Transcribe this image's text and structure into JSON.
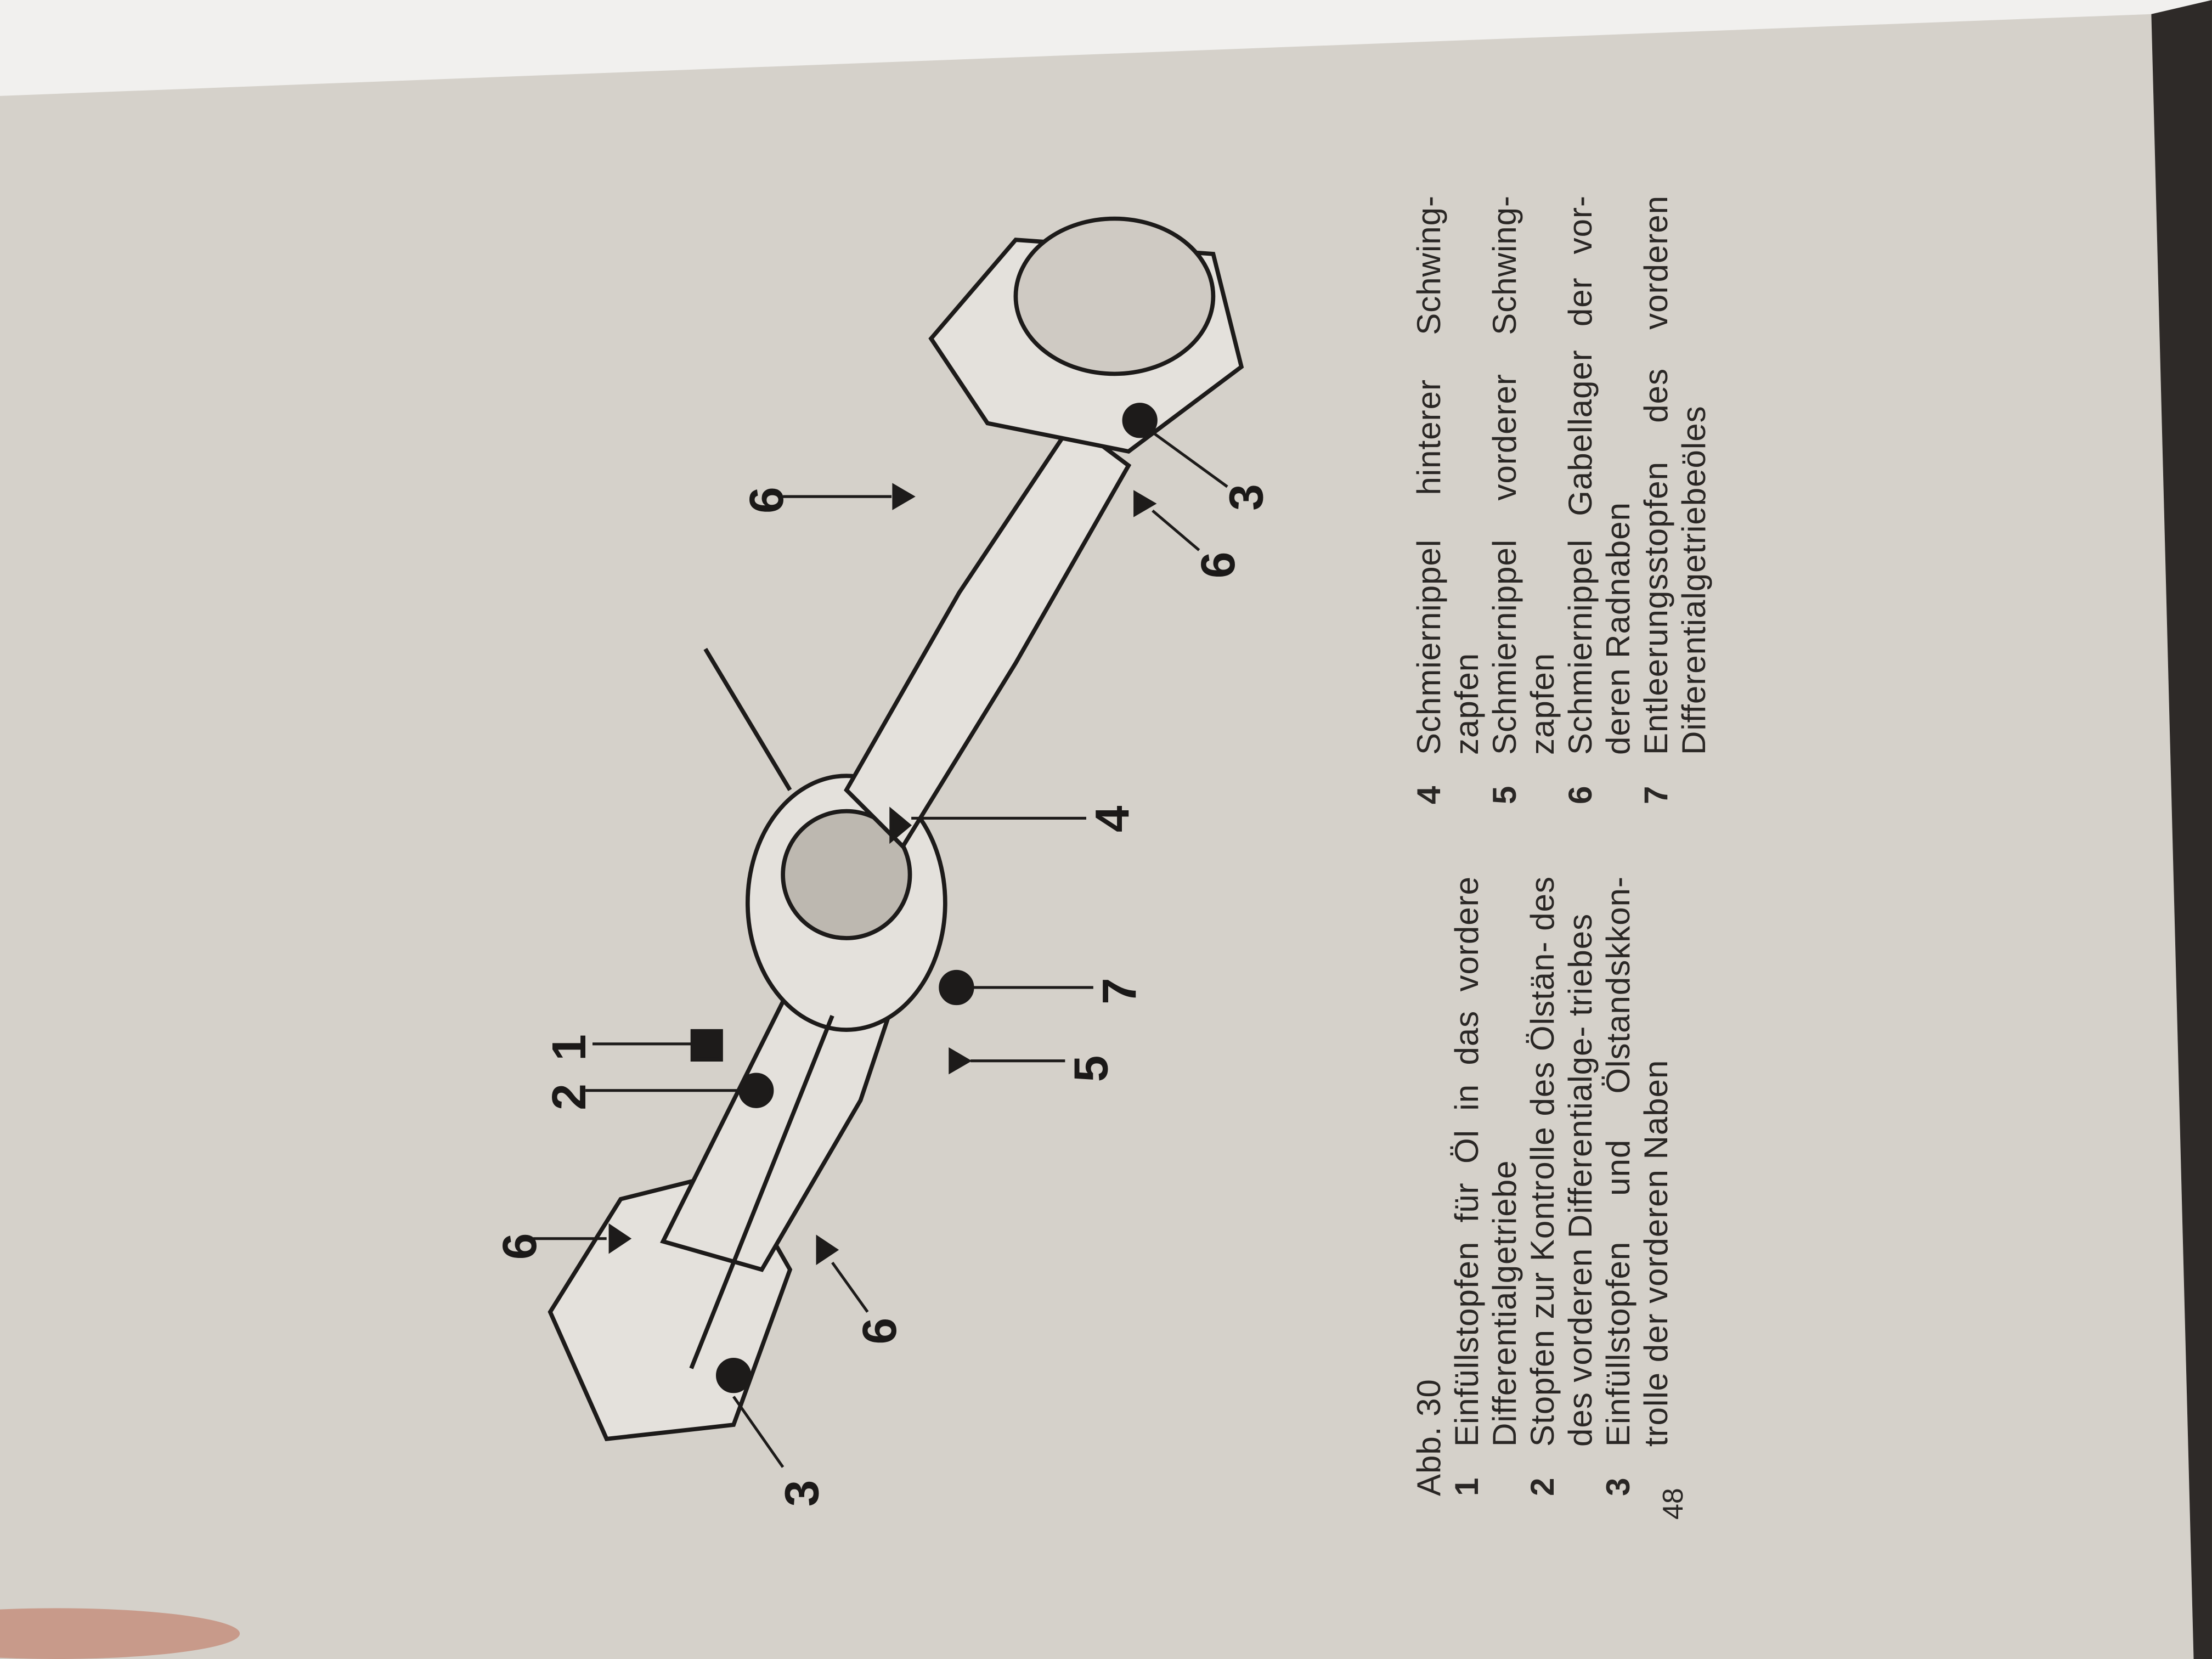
{
  "page_number": "48",
  "figure": {
    "caption": "Abb. 30",
    "callouts": [
      "3",
      "6",
      "6",
      "2",
      "1",
      "7",
      "5",
      "4",
      "6",
      "6",
      "3"
    ]
  },
  "legend": [
    {
      "num": "1",
      "text": "Einfüllstopfen für Öl in das vordere Differentialgetriebe"
    },
    {
      "num": "2",
      "text": "Stopfen zur Kontrolle des Ölstän- des des vorderen Differentialge- triebes"
    },
    {
      "num": "3",
      "text": "Einfüllstopfen und Ölstandskkon- trolle der vorderen Naben"
    },
    {
      "num": "4",
      "text": "Schmiernippel hinterer Schwing- zapfen"
    },
    {
      "num": "5",
      "text": "Schmiernippel vorderer Schwing- zapfen"
    },
    {
      "num": "6",
      "text": "Schmiernippel Gabellager der vor- deren Radnaben"
    },
    {
      "num": "7",
      "text": "Entleerungsstopfen des vorderen Differentialgetriebeöles"
    }
  ]
}
